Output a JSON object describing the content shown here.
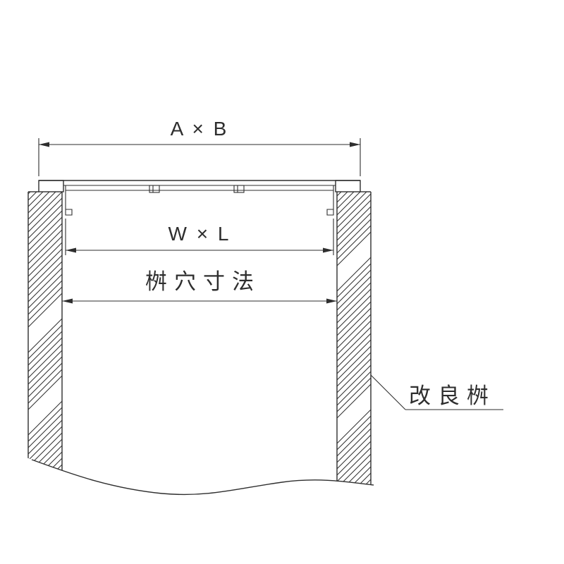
{
  "diagram": {
    "type": "technical-section-drawing",
    "labels": {
      "top_dimension": "A × B",
      "opening_dimension": "W × L",
      "hole_dimension": "桝穴寸法",
      "part_name": "改良桝"
    },
    "colors": {
      "line": "#2e2e2e",
      "background": "#ffffff"
    }
  }
}
